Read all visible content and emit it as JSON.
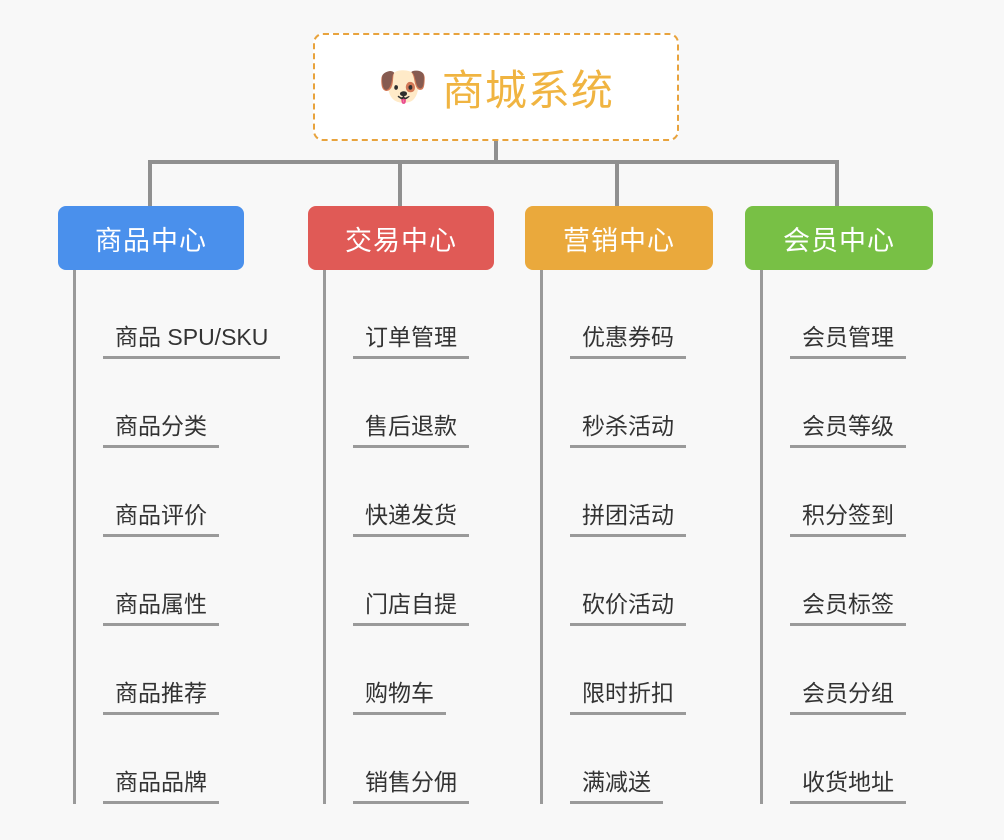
{
  "background_color": "#f8f8f8",
  "root": {
    "icon": "dog-face-emoji",
    "icon_glyph": "🐶",
    "title": "商城系统",
    "text_color": "#f0b441",
    "border_color": "#e8a33d"
  },
  "branches": [
    {
      "label": "商品中心",
      "color": "#4a90ec",
      "items": [
        "商品 SPU/SKU",
        "商品分类",
        "商品评价",
        "商品属性",
        "商品推荐",
        "商品品牌"
      ]
    },
    {
      "label": "交易中心",
      "color": "#e05a56",
      "items": [
        "订单管理",
        "售后退款",
        "快递发货",
        "门店自提",
        "购物车",
        "销售分佣"
      ]
    },
    {
      "label": "营销中心",
      "color": "#eaa93c",
      "items": [
        "优惠券码",
        "秒杀活动",
        "拼团活动",
        "砍价活动",
        "限时折扣",
        "满减送"
      ]
    },
    {
      "label": "会员中心",
      "color": "#78c045",
      "items": [
        "会员管理",
        "会员等级",
        "积分签到",
        "会员标签",
        "会员分组",
        "收货地址"
      ]
    }
  ],
  "layout": {
    "branch_left": [
      58,
      308,
      525,
      745
    ],
    "branch_width": [
      186,
      186,
      188,
      188
    ],
    "leaf_row_height": 89,
    "leaf_count": 6
  }
}
